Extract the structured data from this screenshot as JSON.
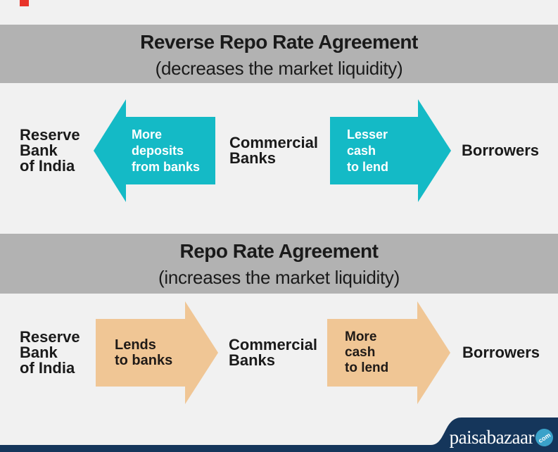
{
  "diagram": {
    "background_color": "#f1f1f1",
    "banner_color": "#b2b2b2",
    "text_color": "#1a1a1a",
    "corner_marker_color": "#e8342a",
    "sections": [
      {
        "title": "Reverse Repo Rate Agreement",
        "subtitle": "(decreases the market liquidity)",
        "arrow_color": "#14bac6",
        "arrow_text_color": "#ffffff",
        "left_entity": "Reserve\nBank\nof India",
        "flow1_label": "More\ndeposits\nfrom banks",
        "flow1_direction": "left",
        "middle_entity": "Commercial\nBanks",
        "flow2_label": "Lesser\ncash\nto lend",
        "flow2_direction": "right",
        "right_entity": "Borrowers"
      },
      {
        "title": "Repo Rate Agreement",
        "subtitle": "(increases the market liquidity)",
        "arrow_color": "#f0c695",
        "arrow_text_color": "#1f1a17",
        "left_entity": "Reserve\nBank\nof India",
        "flow1_label": "Lends\nto banks",
        "flow1_direction": "right",
        "middle_entity": "Commercial\nBanks",
        "flow2_label": "More\ncash\nto lend",
        "flow2_direction": "right",
        "right_entity": "Borrowers"
      }
    ],
    "footer": {
      "brand": "paisabazaar",
      "tld": "com",
      "bar_color": "#15365b",
      "badge_color": "#3aa2c9"
    }
  }
}
